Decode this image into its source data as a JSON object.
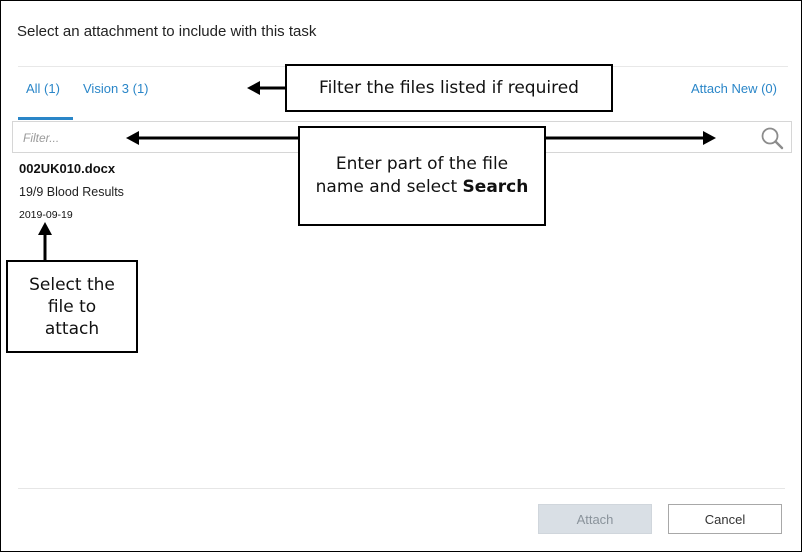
{
  "dialog": {
    "title": "Select an attachment to include with this task"
  },
  "tabs": [
    {
      "label": "All (1)",
      "active": true
    },
    {
      "label": "Vision 3 (1)",
      "active": false
    }
  ],
  "attach_new_label": "Attach New (0)",
  "filter": {
    "placeholder": "Filter...",
    "value": ""
  },
  "files": [
    {
      "name": "002UK010.docx",
      "description": "19/9 Blood Results",
      "date": "2019-09-19"
    }
  ],
  "buttons": {
    "attach_label": "Attach",
    "attach_enabled": false,
    "cancel_label": "Cancel"
  },
  "callouts": {
    "filter_tabs": "Filter the files listed if required",
    "search_line1": "Enter part of the file",
    "search_line2_prefix": "name and select ",
    "search_line2_bold": "Search",
    "select_line1": "Select the",
    "select_line2": "file to",
    "select_line3": "attach"
  },
  "colors": {
    "accent": "#2a86c8",
    "disabled_button": "#d9dfe5"
  },
  "icons": [
    "search-icon"
  ]
}
